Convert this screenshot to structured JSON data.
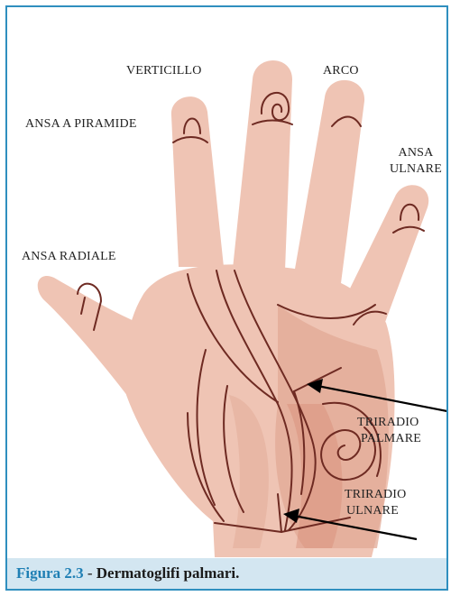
{
  "labels": {
    "verticillo": "VERTICILLO",
    "arco": "ARCO",
    "ansa_piramide": "ANSA A PIRAMIDE",
    "ansa_ulnare_1": "ANSA",
    "ansa_ulnare_2": "ULNARE",
    "ansa_radiale": "ANSA RADIALE",
    "triradio_palmare_1": "TRIRADIO",
    "triradio_palmare_2": "PALMARE",
    "triradio_ulnare_1": "TRIRADIO",
    "triradio_ulnare_2": "ULNARE"
  },
  "caption": {
    "number": "Figura 2.3",
    "separator": " - ",
    "text": "Dermatoglifi palmari."
  },
  "colors": {
    "frame": "#2f8fbf",
    "caption_bg": "#d3e6f1",
    "skin": "#efc4b4",
    "skin_shadow": "#e2a995",
    "skin_dark": "#d78d78",
    "line": "#6e2a22"
  }
}
